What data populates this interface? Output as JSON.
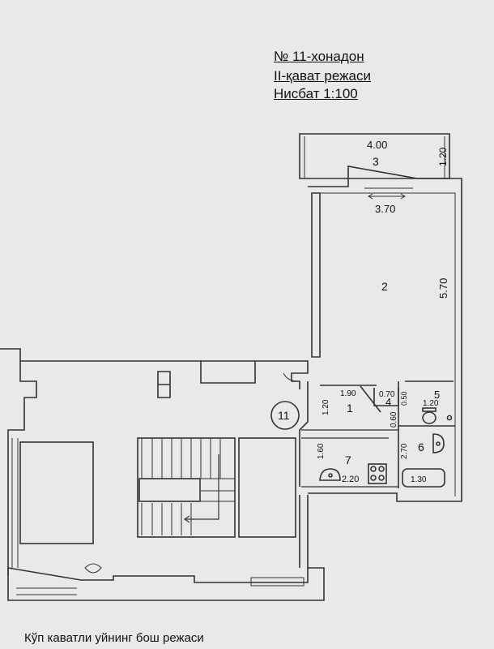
{
  "header": {
    "apartment": "№ 11-хонадон",
    "floor_plan": "II-қават режаси",
    "scale": "Нисбат 1:100"
  },
  "rooms": {
    "r1": "1",
    "r2": "2",
    "r3": "3",
    "r4": "4",
    "r5": "5",
    "r6": "6",
    "r7": "7"
  },
  "dimensions": {
    "balcony_width": "4.00",
    "balcony_depth": "1.20",
    "living_width": "3.70",
    "living_length": "5.70",
    "hall_width": "1.90",
    "hall_depth": "1.20",
    "r4_width": "0.70",
    "r4_depth": "0.50",
    "r4_side": "0.60",
    "r5_width": "1.20",
    "r6_length": "2.70",
    "bath_len": "1.30",
    "kitchen_depth": "1.60",
    "kitchen_width": "2.20"
  },
  "apartment_badge": "11",
  "footer": "Кўп каватли уйнинг бош режаси"
}
